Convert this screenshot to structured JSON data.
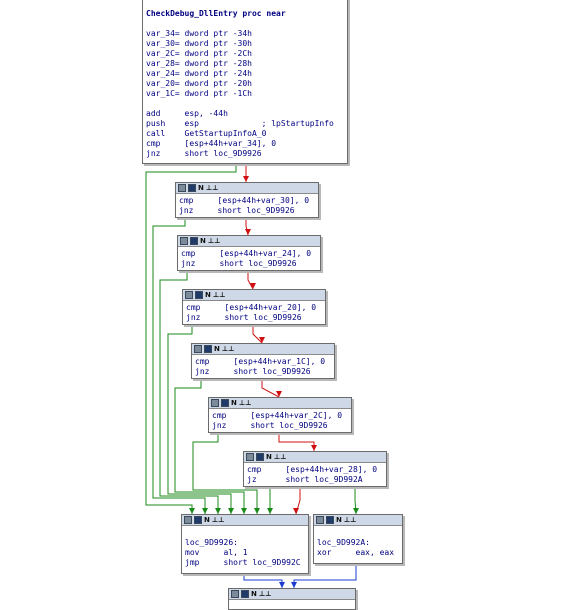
{
  "colors": {
    "edge_true": "#1a8a1a",
    "edge_false": "#d01010",
    "edge_uncond": "#1a3ad0",
    "node_border": "#6b6b6b",
    "header_bg": "#cfd8e6",
    "text": "#000080"
  },
  "header_icons": [
    "graph-icon",
    "note-icon",
    "ida-icon"
  ],
  "header_text": "N ⊥⊥",
  "nodes": [
    {
      "id": "entry",
      "lines": [
        "CheckDebug_DllEntry proc near",
        "",
        "var_34= dword ptr -34h",
        "var_30= dword ptr -30h",
        "var_2C= dword ptr -2Ch",
        "var_28= dword ptr -28h",
        "var_24= dword ptr -24h",
        "var_20= dword ptr -20h",
        "var_1C= dword ptr -1Ch",
        "",
        "add     esp, -44h",
        "push    esp             ; lpStartupInfo",
        "call    GetStartupInfoA_0",
        "cmp     [esp+44h+var_34], 0",
        "jnz     short loc_9D9926"
      ]
    },
    {
      "id": "b1",
      "lines": [
        "cmp     [esp+44h+var_30], 0",
        "jnz     short loc_9D9926"
      ]
    },
    {
      "id": "b2",
      "lines": [
        "cmp     [esp+44h+var_24], 0",
        "jnz     short loc_9D9926"
      ]
    },
    {
      "id": "b3",
      "lines": [
        "cmp     [esp+44h+var_20], 0",
        "jnz     short loc_9D9926"
      ]
    },
    {
      "id": "b4",
      "lines": [
        "cmp     [esp+44h+var_1C], 0",
        "jnz     short loc_9D9926"
      ]
    },
    {
      "id": "b5",
      "lines": [
        "cmp     [esp+44h+var_2C], 0",
        "jnz     short loc_9D9926"
      ]
    },
    {
      "id": "b6",
      "lines": [
        "cmp     [esp+44h+var_28], 0",
        "jz      short loc_9D992A"
      ]
    },
    {
      "id": "loc926",
      "lines": [
        "",
        "loc_9D9926:",
        "mov     al, 1",
        "jmp     short loc_9D992C"
      ]
    },
    {
      "id": "loc92a",
      "lines": [
        "",
        "loc_9D992A:",
        "xor     eax, eax"
      ]
    },
    {
      "id": "loc92c",
      "lines": []
    }
  ]
}
